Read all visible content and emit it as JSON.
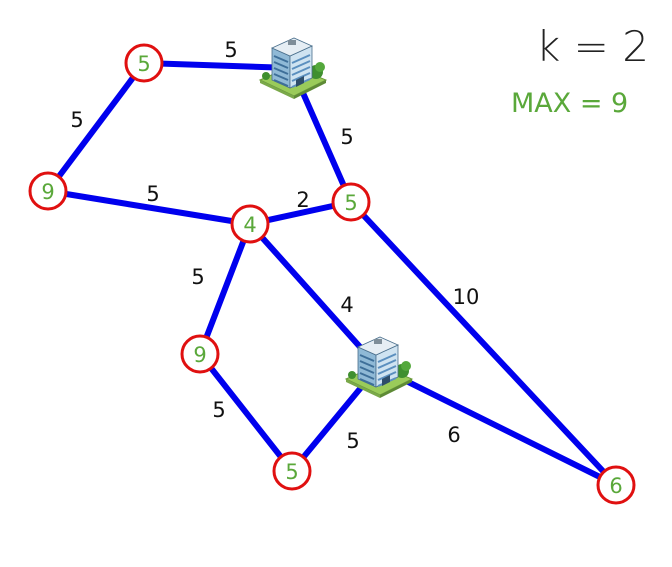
{
  "header": {
    "k_label": "k = 2",
    "max_label": "MAX = 9"
  },
  "colors": {
    "edge": "#0000ee",
    "node_border": "#e01010",
    "node_value": "#5aa83a",
    "weight_text": "#111111"
  },
  "nodes": [
    {
      "id": "n1",
      "kind": "vertex",
      "value": "5"
    },
    {
      "id": "n2",
      "kind": "building",
      "icon": "office-building-icon"
    },
    {
      "id": "n3",
      "kind": "vertex",
      "value": "9"
    },
    {
      "id": "n4",
      "kind": "vertex",
      "value": "4"
    },
    {
      "id": "n5",
      "kind": "vertex",
      "value": "5"
    },
    {
      "id": "n6",
      "kind": "vertex",
      "value": "9"
    },
    {
      "id": "n7",
      "kind": "building",
      "icon": "office-building-icon"
    },
    {
      "id": "n8",
      "kind": "vertex",
      "value": "5"
    },
    {
      "id": "n9",
      "kind": "vertex",
      "value": "6"
    }
  ],
  "edges": [
    {
      "from": "n1",
      "to": "n2",
      "weight": "5"
    },
    {
      "from": "n1",
      "to": "n3",
      "weight": "5"
    },
    {
      "from": "n2",
      "to": "n5",
      "weight": "5"
    },
    {
      "from": "n3",
      "to": "n4",
      "weight": "5"
    },
    {
      "from": "n4",
      "to": "n5",
      "weight": "2"
    },
    {
      "from": "n4",
      "to": "n6",
      "weight": "5"
    },
    {
      "from": "n4",
      "to": "n7",
      "weight": "4"
    },
    {
      "from": "n5",
      "to": "n9",
      "weight": "10"
    },
    {
      "from": "n6",
      "to": "n8",
      "weight": "5"
    },
    {
      "from": "n8",
      "to": "n7",
      "weight": "5"
    },
    {
      "from": "n7",
      "to": "n9",
      "weight": "6"
    }
  ]
}
